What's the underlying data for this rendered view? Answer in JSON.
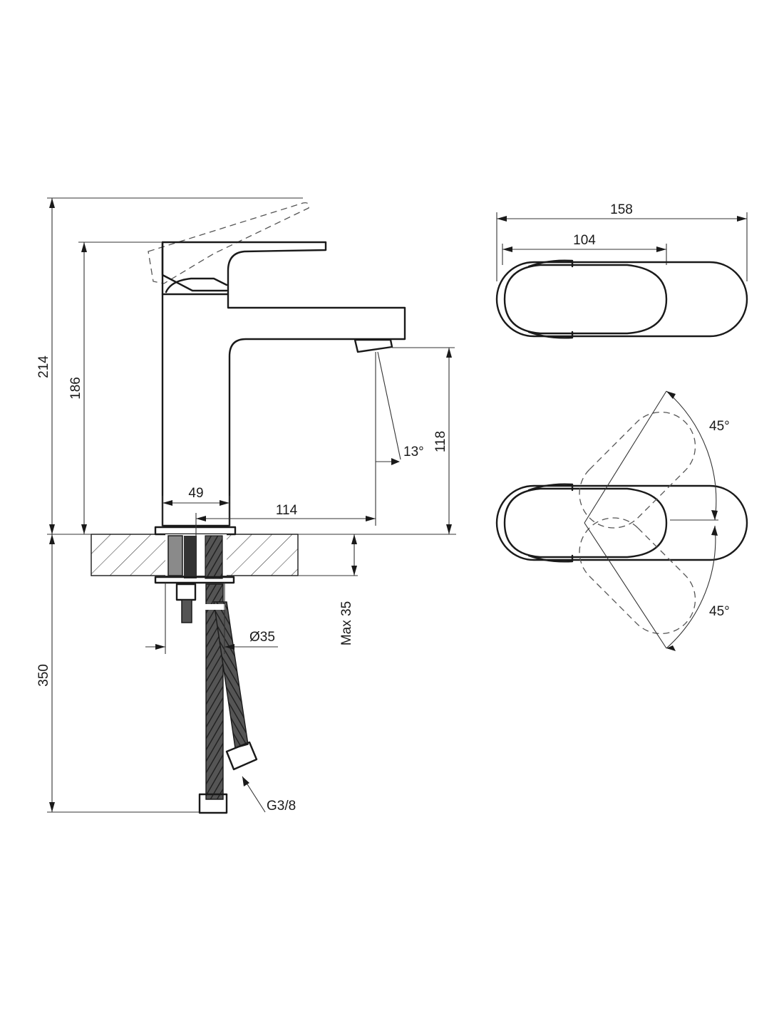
{
  "side_view": {
    "dim_total_height": "214",
    "dim_body_height": "186",
    "dim_below_deck": "350",
    "dim_spout_clearance": "118",
    "dim_spout_angle": "13°",
    "dim_body_width": "49",
    "dim_spout_reach": "114",
    "dim_hole_diameter": "Ø35",
    "dim_max_deck": "Max 35",
    "dim_thread": "G3/8"
  },
  "top_view": {
    "dim_overall_length": "158",
    "dim_lever_length": "104",
    "dim_rotation_up": "45°",
    "dim_rotation_down": "45°"
  }
}
